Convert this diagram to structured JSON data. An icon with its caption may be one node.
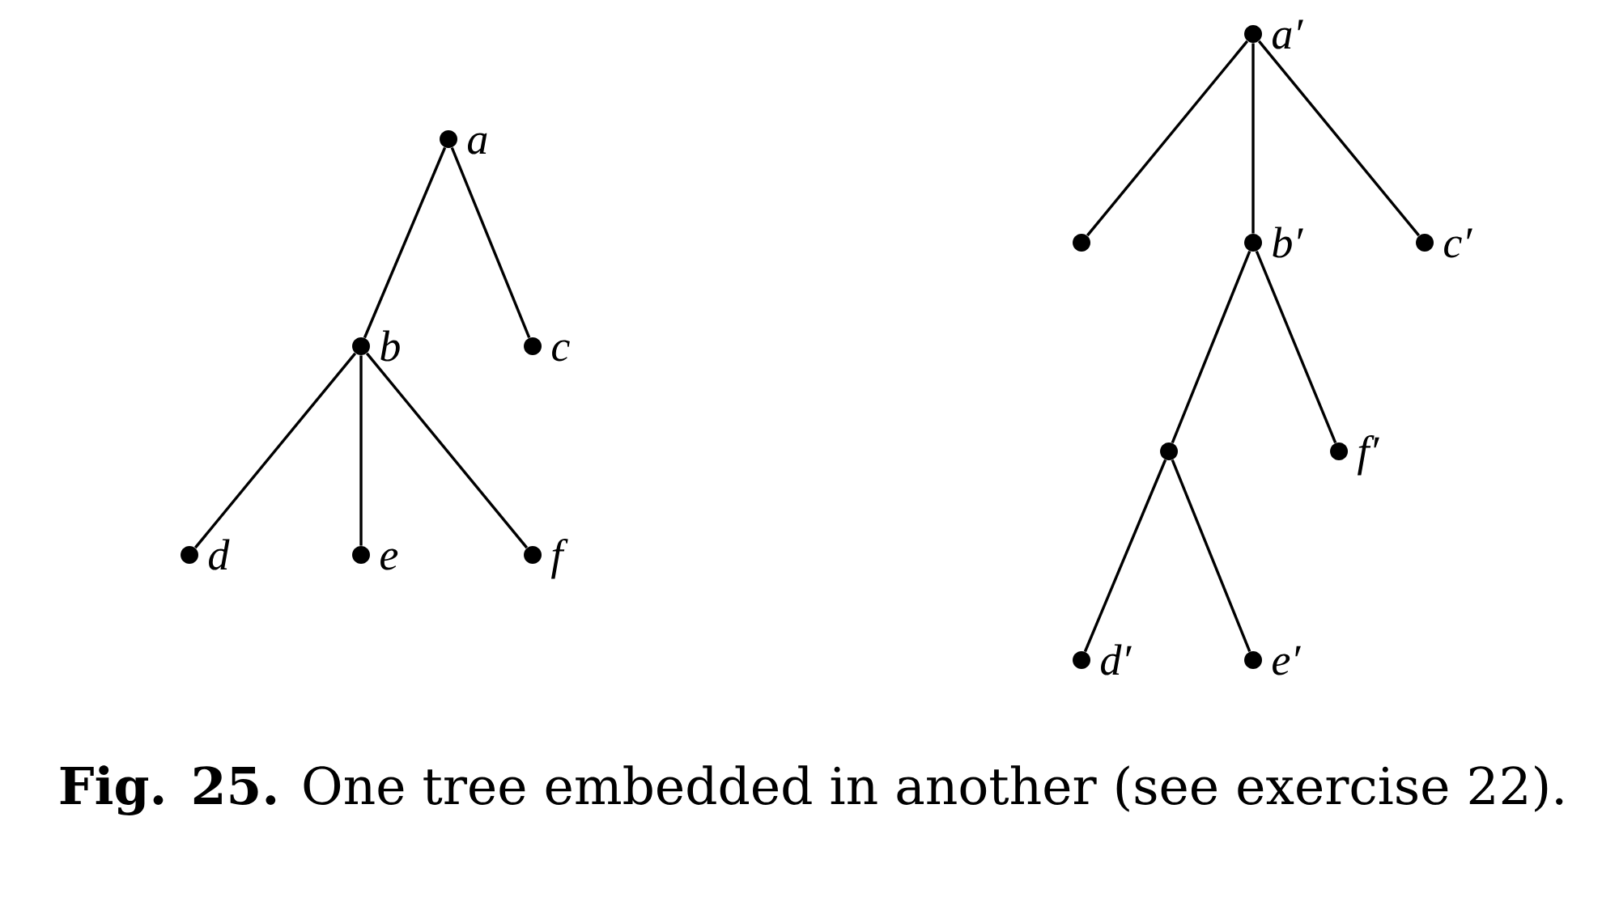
{
  "diagram": {
    "caption": "**Fig. 25.** One tree embedded in another (see exercise 22).",
    "nodes": [
      {
        "text": [],
        "shape": "circle",
        "beside": [
          "a"
        ]
      },
      {
        "text": [],
        "shape": "circle",
        "beside": [
          "b"
        ]
      },
      {
        "text": [],
        "shape": "circle",
        "beside": [
          "c"
        ]
      },
      {
        "text": [],
        "shape": "circle",
        "beside": [
          "d"
        ]
      },
      {
        "text": [],
        "shape": "circle",
        "beside": [
          "e"
        ]
      },
      {
        "text": [],
        "shape": "circle",
        "beside": [
          "f"
        ]
      },
      {
        "text": [],
        "shape": "circle",
        "beside": [
          "a′"
        ]
      },
      {
        "text": [],
        "shape": "circle"
      },
      {
        "text": [],
        "shape": "circle",
        "beside": [
          "b′"
        ]
      },
      {
        "text": [],
        "shape": "circle",
        "beside": [
          "c′"
        ]
      },
      {
        "text": [],
        "shape": "circle"
      },
      {
        "text": [],
        "shape": "circle",
        "beside": [
          "f′"
        ]
      },
      {
        "text": [],
        "shape": "circle",
        "beside": [
          "d′"
        ]
      },
      {
        "text": [],
        "shape": "circle",
        "beside": [
          "e′"
        ]
      }
    ],
    "edges": [
      {
        "from": 0,
        "to": 1,
        "arrow": "none"
      },
      {
        "from": 0,
        "to": 2,
        "arrow": "none"
      },
      {
        "from": 1,
        "to": 3,
        "arrow": "none"
      },
      {
        "from": 1,
        "to": 4,
        "arrow": "none"
      },
      {
        "from": 1,
        "to": 5,
        "arrow": "none"
      },
      {
        "from": 6,
        "to": 7,
        "arrow": "none"
      },
      {
        "from": 6,
        "to": 8,
        "arrow": "none"
      },
      {
        "from": 6,
        "to": 9,
        "arrow": "none"
      },
      {
        "from": 8,
        "to": 10,
        "arrow": "none"
      },
      {
        "from": 8,
        "to": 11,
        "arrow": "none"
      },
      {
        "from": 10,
        "to": 12,
        "arrow": "none"
      },
      {
        "from": 10,
        "to": 13,
        "arrow": "none"
      }
    ]
  }
}
